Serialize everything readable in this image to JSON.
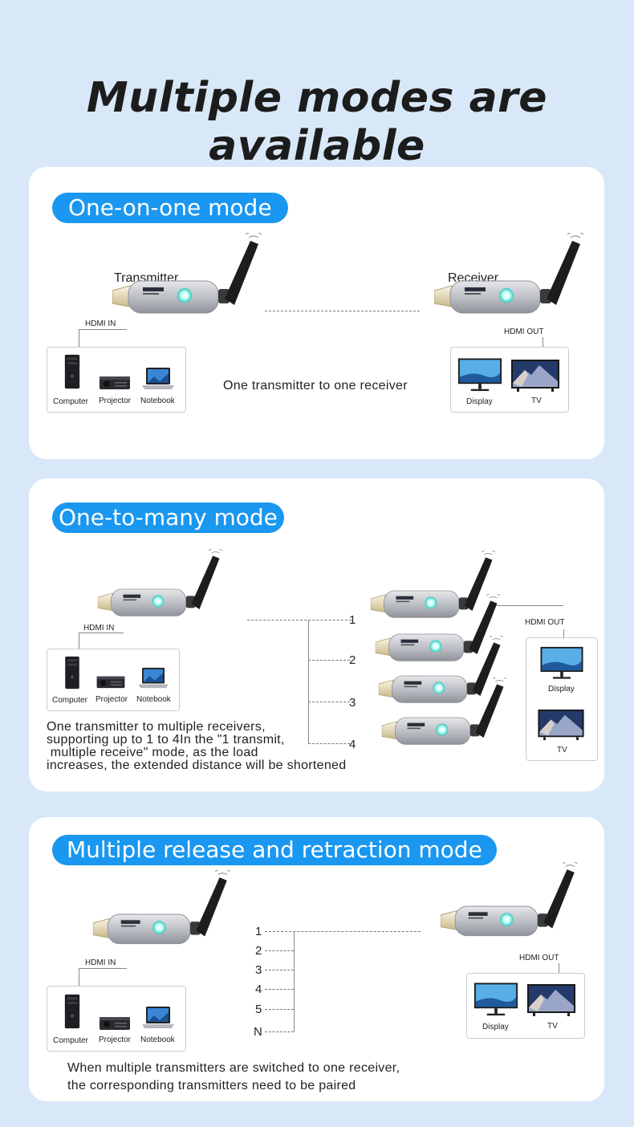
{
  "title": "Multiple modes are available",
  "section1": {
    "heading": "One-on-one mode",
    "transmitter_label": "Transmitter",
    "receiver_label": "Receiver",
    "hdmi_in": "HDMI IN",
    "hdmi_out": "HDMI OUT",
    "sources": [
      "Computer",
      "Projector",
      "Notebook"
    ],
    "outputs": [
      "Display",
      "TV"
    ],
    "description": "One transmitter to one receiver"
  },
  "section2": {
    "heading": "One-to-many mode",
    "hdmi_in": "HDMI IN",
    "hdmi_out": "HDMI OUT",
    "sources": [
      "Computer",
      "Projector",
      "Notebook"
    ],
    "outputs": [
      "Display",
      "TV"
    ],
    "receiver_numbers": [
      "1",
      "2",
      "3",
      "4"
    ],
    "description_lines": [
      "One transmitter to multiple receivers,",
      "supporting up to 1 to 4In the \"1 transmit,",
      " multiple receive\" mode, as the load",
      "increases, the extended distance will be shortened"
    ]
  },
  "section3": {
    "heading": "Multiple release and retraction mode",
    "hdmi_in": "HDMI IN",
    "hdmi_out": "HDMI OUT",
    "sources": [
      "Computer",
      "Projector",
      "Notebook"
    ],
    "outputs": [
      "Display",
      "TV"
    ],
    "transmitter_numbers": [
      "1",
      "2",
      "3",
      "4",
      "5",
      "N"
    ],
    "description_lines": [
      "When multiple transmitters are switched to one receiver,",
      "the corresponding transmitters need to be paired"
    ]
  },
  "colors": {
    "background": "#d8e8f8",
    "accent": "#1a97f0",
    "card": "#ffffff",
    "led": "#9ff0e6"
  },
  "icons": [
    "hdmi-dongle-icon",
    "antenna-icon",
    "wifi-signal-icon",
    "computer-tower-icon",
    "projector-icon",
    "laptop-icon",
    "monitor-icon",
    "tv-icon"
  ]
}
